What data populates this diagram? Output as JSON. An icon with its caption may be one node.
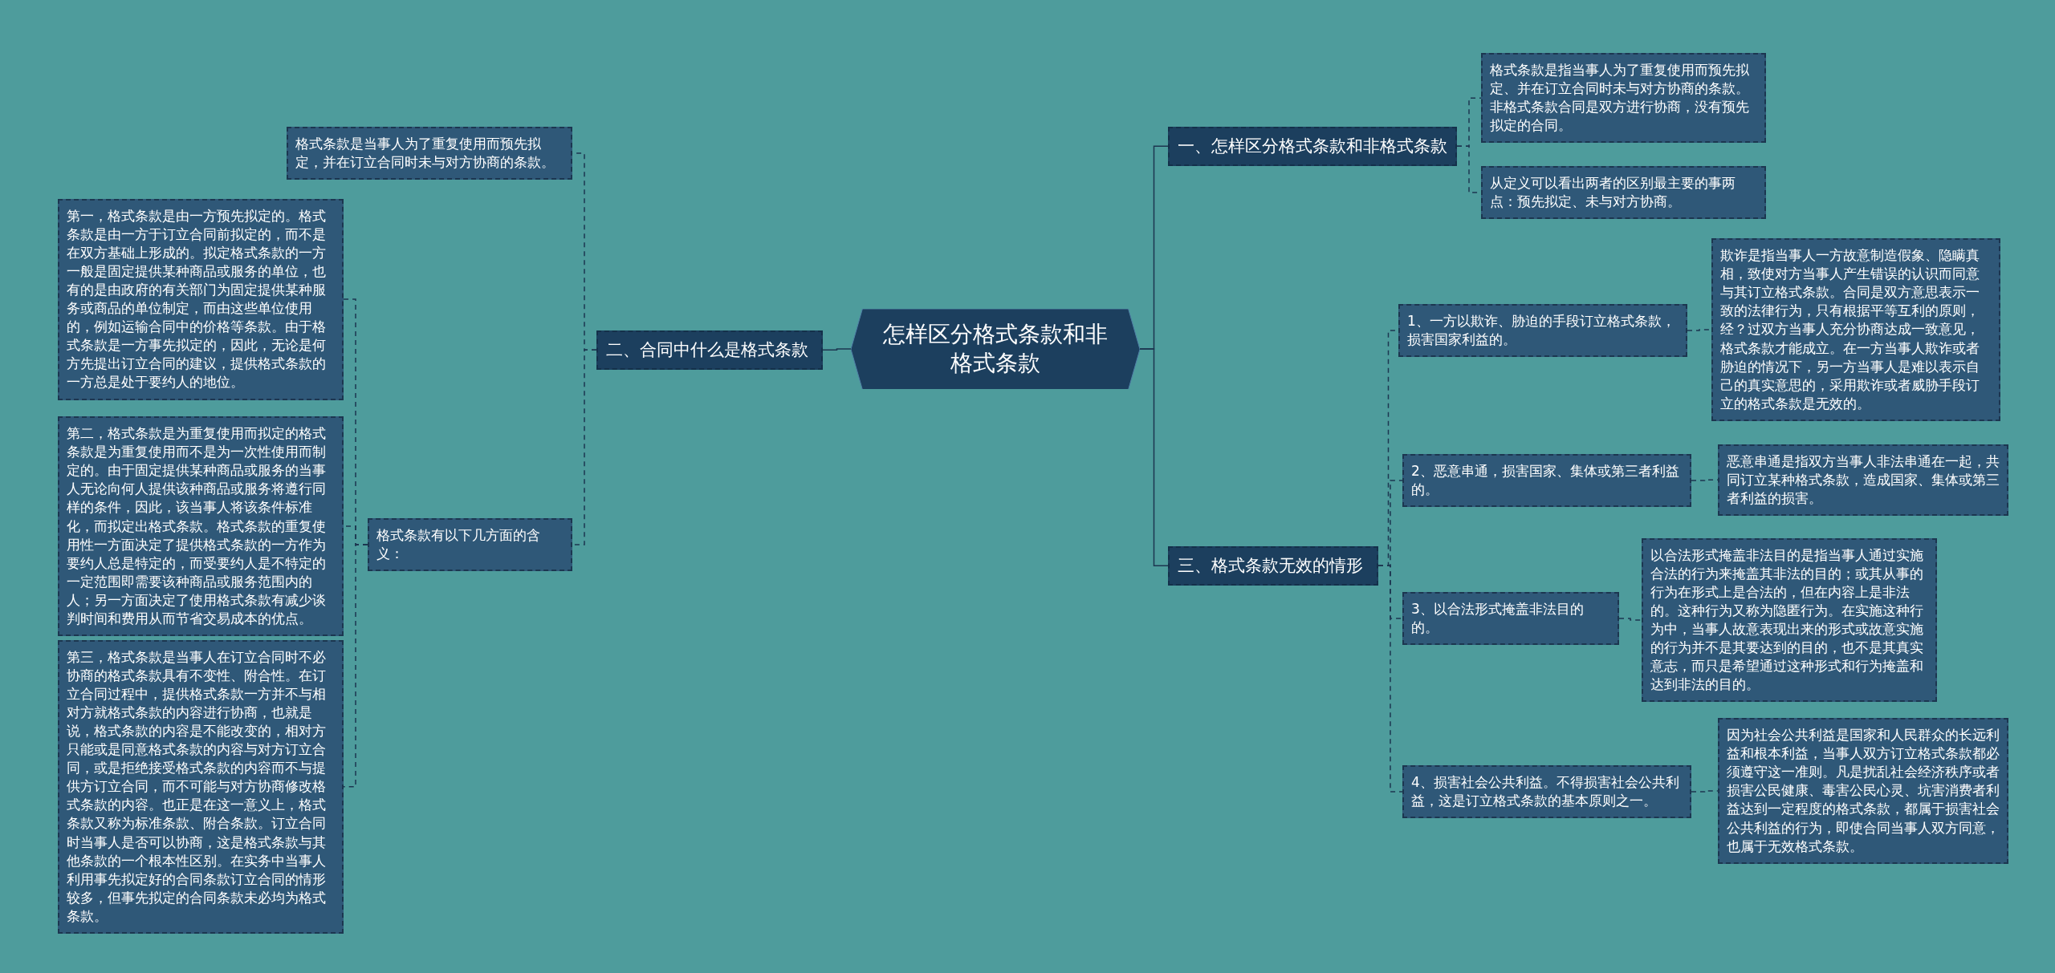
{
  "diagram": {
    "nodes": [
      {
        "text": [
          "怎样区分格式条款和非格式条款"
        ]
      },
      {
        "text": [
          "一、怎样区分格式条款和非格式条款"
        ]
      },
      {
        "text": [
          "格式条款是指当事人为了重复使用而预先拟定、并在订立合同时未与对方协商的条款。非格式条款合同是双方进行协商，没有预先拟定的合同。"
        ]
      },
      {
        "text": [
          "从定义可以看出两者的区别最主要的事两点：预先拟定、未与对方协商。"
        ]
      },
      {
        "text": [
          "二、合同中什么是格式条款"
        ]
      },
      {
        "text": [
          "格式条款是当事人为了重复使用而预先拟定，并在订立合同时未与对方协商的条款。"
        ]
      },
      {
        "text": [
          "格式条款有以下几方面的含义："
        ]
      },
      {
        "text": [
          "第一，格式条款是由一方预先拟定的。格式条款是由一方于订立合同前拟定的，而不是在双方基础上形成的。拟定格式条款的一方一般是固定提供某种商品或服务的单位，也有的是由政府的有关部门为固定提供某种服务或商品的单位制定，而由这些单位使用的，例如运输合同中的价格等条款。由于格式条款是一方事先拟定的，因此，无论是何方先提出订立合同的建议，提供格式条款的一方总是处于要约人的地位。"
        ]
      },
      {
        "text": [
          "第二，格式条款是为重复使用而拟定的格式条款是为重复使用而不是为一次性使用而制定的。由于固定提供某种商品或服务的当事人无论向何人提供该种商品或服务将遵行同样的条件，因此，该当事人将该条件标准化，而拟定出格式条款。格式条款的重复使用性一方面决定了提供格式条款的一方作为要约人总是特定的，而受要约人是不特定的一定范围即需要该种商品或服务范围内的人；另一方面决定了使用格式条款有减少谈判时间和费用从而节省交易成本的优点。"
        ]
      },
      {
        "text": [
          "第三，格式条款是当事人在订立合同时不必协商的格式条款具有不变性、附合性。在订立合同过程中，提供格式条款一方并不与相对方就格式条款的内容进行协商，也就是说，格式条款的内容是不能改变的，相对方只能或是同意格式条款的内容与对方订立合同，或是拒绝接受格式条款的内容而不与提供方订立合同，而不可能与对方协商修改格式条款的内容。也正是在这一意义上，格式条款又称为标准条款、附合条款。订立合同时当事人是否可以协商，这是格式条款与其他条款的一个根本性区别。在实务中当事人利用事先拟定好的合同条款订立合同的情形较多，但事先拟定的合同条款未必均为格式条款。"
        ]
      },
      {
        "text": [
          "三、格式条款无效的情形"
        ]
      },
      {
        "text": [
          "1、一方以欺诈、胁迫的手段订立格式条款，损害国家利益的。"
        ]
      },
      {
        "text": [
          "欺诈是指当事人一方故意制造假象、隐瞒真相，致使对方当事人产生错误的认识而同意与其订立格式条款。合同是双方意思表示一致的法律行为，只有根据平等互利的原则，经？过双方当事人充分协商达成一致意见，格式条款才能成立。在一方当事人欺诈或者胁迫的情况下，另一方当事人是难以表示自己的真实意思的，采用欺诈或者威胁手段订立的格式条款是无效的。"
        ]
      },
      {
        "text": [
          "2、恶意串通，损害国家、集体或第三者利益的。"
        ]
      },
      {
        "text": [
          "恶意串通是指双方当事人非法串通在一起，共同订立某种格式条款，造成国家、集体或第三者利益的损害。"
        ]
      },
      {
        "text": [
          "3、以合法形式掩盖非法目的的。"
        ]
      },
      {
        "text": [
          "以合法形式掩盖非法目的是指当事人通过实施合法的行为来掩盖其非法的目的；或其从事的行为在形式上是合法的，但在内容上是非法的。这种行为又称为隐匿行为。在实施这种行为中，当事人故意表现出来的形式或故意实施的行为并不是其要达到的目的，也不是其真实意志，而只是希望通过这种形式和行为掩盖和达到非法的目的。"
        ]
      },
      {
        "text": [
          "4、损害社会公共利益。不得损害社会公共利益，这是订立格式条款的基本原则之一。"
        ]
      },
      {
        "text": [
          "因为社会公共利益是国家和人民群众的长远利益和根本利益，当事人双方订立格式条款都必须遵守这一准则。凡是扰乱社会经济秩序或者损害公民健康、毒害公民心灵、坑害消费者利益达到一定程度的格式条款，都属于损害社会公共利益的行为，即使合同当事人双方同意，也属于无效格式条款。"
        ]
      }
    ],
    "edges": [
      {
        "from": 0,
        "to": 1,
        "arrow": "none"
      },
      {
        "from": 1,
        "to": 2,
        "arrow": "none",
        "style": "dashed"
      },
      {
        "from": 1,
        "to": 3,
        "arrow": "none",
        "style": "dashed"
      },
      {
        "from": 0,
        "to": 4,
        "arrow": "none"
      },
      {
        "from": 4,
        "to": 5,
        "arrow": "none",
        "style": "dashed"
      },
      {
        "from": 4,
        "to": 6,
        "arrow": "none",
        "style": "dashed"
      },
      {
        "from": 6,
        "to": 7,
        "arrow": "none",
        "style": "dashed"
      },
      {
        "from": 6,
        "to": 8,
        "arrow": "none",
        "style": "dashed"
      },
      {
        "from": 6,
        "to": 9,
        "arrow": "none",
        "style": "dashed"
      },
      {
        "from": 0,
        "to": 10,
        "arrow": "none"
      },
      {
        "from": 10,
        "to": 11,
        "arrow": "none",
        "style": "dashed"
      },
      {
        "from": 11,
        "to": 12,
        "arrow": "none",
        "style": "dashed"
      },
      {
        "from": 10,
        "to": 13,
        "arrow": "none",
        "style": "dashed"
      },
      {
        "from": 13,
        "to": 14,
        "arrow": "none",
        "style": "dashed"
      },
      {
        "from": 10,
        "to": 15,
        "arrow": "none",
        "style": "dashed"
      },
      {
        "from": 15,
        "to": 16,
        "arrow": "none",
        "style": "dashed"
      },
      {
        "from": 10,
        "to": 17,
        "arrow": "none",
        "style": "dashed"
      },
      {
        "from": 17,
        "to": 18,
        "arrow": "none",
        "style": "dashed"
      }
    ]
  }
}
